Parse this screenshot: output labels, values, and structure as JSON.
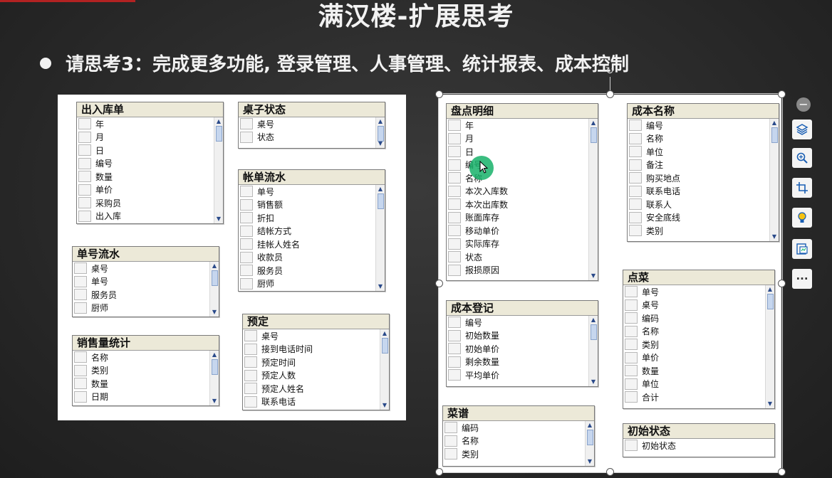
{
  "slide": {
    "title": "满汉楼-扩展思考",
    "bullet": "请思考3：完成更多功能, 登录管理、人事管理、统计报表、成本控制"
  },
  "tables": {
    "crk": {
      "title": "出入库单",
      "fields": [
        "年",
        "月",
        "日",
        "编号",
        "数量",
        "单价",
        "采购员",
        "出入库"
      ]
    },
    "zzzt": {
      "title": "桌子状态",
      "fields": [
        "桌号",
        "状态"
      ]
    },
    "zdls": {
      "title": "帐单流水",
      "fields": [
        "单号",
        "销售额",
        "折扣",
        "结帐方式",
        "挂帐人姓名",
        "收款员",
        "服务员",
        "厨师"
      ]
    },
    "dhls": {
      "title": "单号流水",
      "fields": [
        "桌号",
        "单号",
        "服务员",
        "厨师"
      ]
    },
    "xsltj": {
      "title": "销售量统计",
      "fields": [
        "名称",
        "类别",
        "数量",
        "日期"
      ]
    },
    "yd": {
      "title": "预定",
      "fields": [
        "桌号",
        "接到电话时间",
        "预定时间",
        "预定人数",
        "预定人姓名",
        "联系电话"
      ]
    },
    "pdmx": {
      "title": "盘点明细",
      "fields": [
        "年",
        "月",
        "日",
        "编号",
        "名称",
        "本次入库数",
        "本次出库数",
        "账面库存",
        "移动单价",
        "实际库存",
        "状态",
        "报损原因"
      ]
    },
    "cbmc": {
      "title": "成本名称",
      "fields": [
        "编号",
        "名称",
        "单位",
        "备注",
        "购买地点",
        "联系电话",
        "联系人",
        "安全底线",
        "类别"
      ]
    },
    "cbdj": {
      "title": "成本登记",
      "fields": [
        "编号",
        "初始数量",
        "初始单价",
        "剩余数量",
        "平均单价"
      ]
    },
    "dc": {
      "title": "点菜",
      "fields": [
        "单号",
        "桌号",
        "编码",
        "名称",
        "类别",
        "单价",
        "数量",
        "单位",
        "合计"
      ]
    },
    "cp": {
      "title": "菜谱",
      "fields": [
        "编码",
        "名称",
        "类别"
      ]
    },
    "cszt": {
      "title": "初始状态",
      "fields": [
        "初始状态"
      ]
    }
  },
  "toolbar": {
    "more_label": "···"
  },
  "icons": [
    "collapse-icon",
    "layers-icon",
    "zoom-icon",
    "crop-icon",
    "ideas-icon",
    "alt-text-icon",
    "more-icon"
  ],
  "colors": {
    "table_header": "#ece9d8",
    "cursor_highlight": "#17b26a",
    "background": "#2b2b2b"
  }
}
